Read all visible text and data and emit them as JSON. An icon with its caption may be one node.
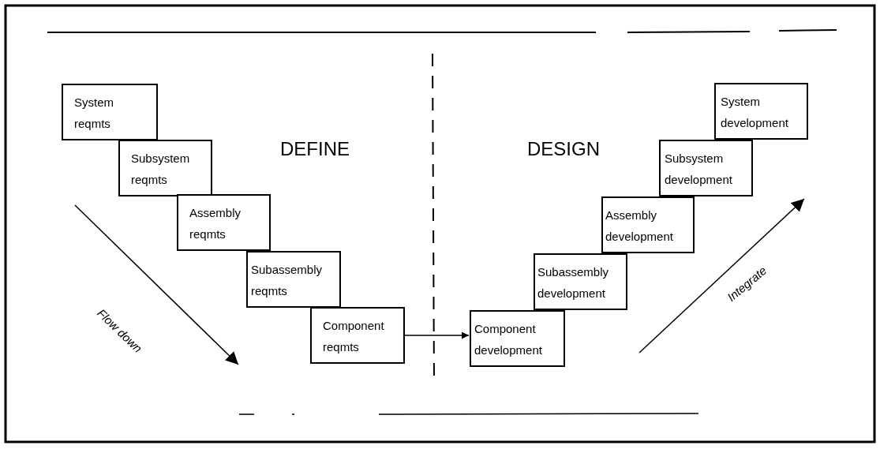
{
  "diagram": {
    "nodes": [
      {
        "text": [
          "System reqmts"
        ]
      },
      {
        "text": [
          "Subsystem reqmts"
        ]
      },
      {
        "text": [
          "Assembly reqmts"
        ]
      },
      {
        "text": [
          "Subassembly reqmts"
        ]
      },
      {
        "text": [
          "Component reqmts"
        ]
      },
      {
        "text": [
          "Component development"
        ]
      },
      {
        "text": [
          "Subassembly development"
        ]
      },
      {
        "text": [
          "Assembly development"
        ]
      },
      {
        "text": [
          "Subsystem development"
        ]
      },
      {
        "text": [
          "System development"
        ]
      }
    ],
    "edges": [
      {
        "from": 4,
        "to": 5,
        "arrow": "to"
      }
    ],
    "labels": [
      "DEFINE",
      "DESIGN",
      "Flow down",
      "Integrate"
    ]
  }
}
